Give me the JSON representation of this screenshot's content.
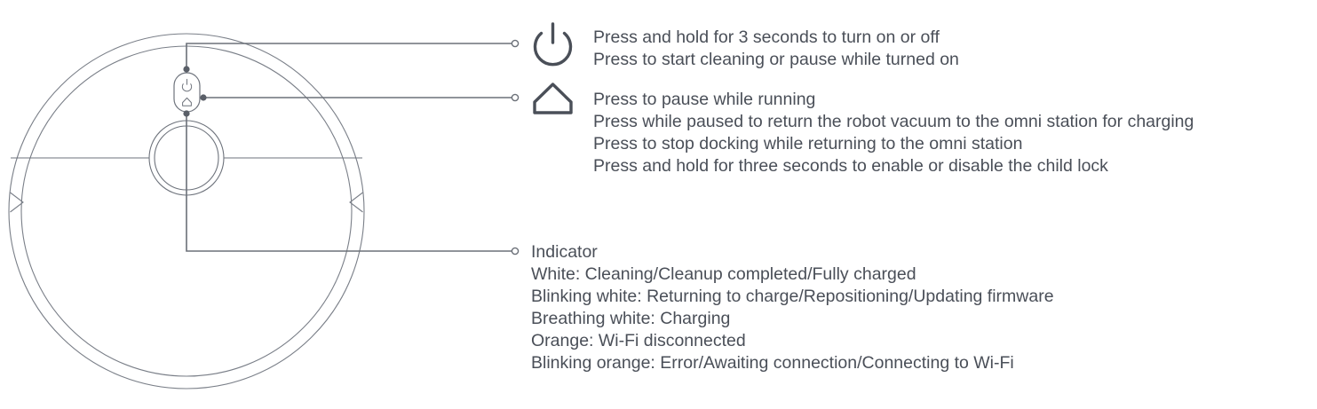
{
  "diagram": {
    "title": "Robot vacuum top panel controls and indicator legend",
    "device_label": "robot-vacuum-top-view",
    "colors": {
      "text": "#4a4f58",
      "outline": "#6e737c",
      "leader": "#6b7078",
      "background": "#ffffff"
    }
  },
  "callouts": [
    {
      "icon": "power-icon",
      "lines": [
        "Press and hold for 3 seconds to turn on or off",
        "Press to start cleaning or pause while turned on"
      ]
    },
    {
      "icon": "home-icon",
      "lines": [
        "Press to pause while running",
        "Press while paused to return the robot vacuum to the omni station for charging",
        "Press to stop docking while returning to the omni station",
        "Press and hold for three seconds to enable or disable the child lock"
      ]
    },
    {
      "icon": "indicator-light",
      "lines": [
        "Indicator",
        "White: Cleaning/Cleanup completed/Fully charged",
        "Blinking white: Returning to charge/Repositioning/Updating firmware",
        "Breathing white: Charging",
        "Orange: Wi-Fi disconnected",
        "Blinking orange: Error/Awaiting connection/Connecting to Wi-Fi"
      ]
    }
  ]
}
